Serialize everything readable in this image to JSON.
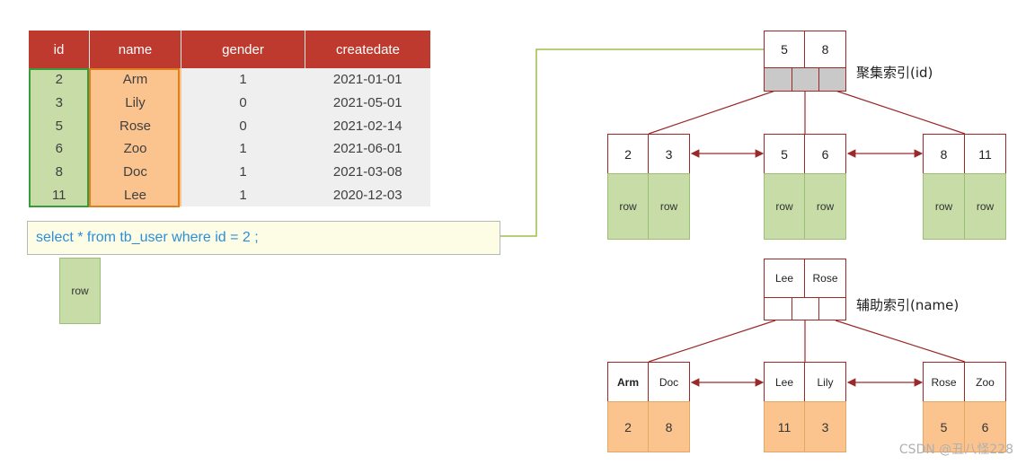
{
  "table": {
    "headers": [
      "id",
      "name",
      "gender",
      "createdate"
    ],
    "rows": [
      [
        "2",
        "Arm",
        "1",
        "2021-01-01"
      ],
      [
        "3",
        "Lily",
        "0",
        "2021-05-01"
      ],
      [
        "5",
        "Rose",
        "0",
        "2021-02-14"
      ],
      [
        "6",
        "Zoo",
        "1",
        "2021-06-01"
      ],
      [
        "8",
        "Doc",
        "1",
        "2021-03-08"
      ],
      [
        "11",
        "Lee",
        "1",
        "2020-12-03"
      ]
    ]
  },
  "sql": "select * from tb_user where id = 2 ;",
  "result_row": "row",
  "clustered_index": {
    "label": "聚集索引(id)",
    "root": [
      "5",
      "8"
    ],
    "leaves": [
      {
        "keys": [
          "2",
          "3"
        ],
        "rows": [
          "row",
          "row"
        ]
      },
      {
        "keys": [
          "5",
          "6"
        ],
        "rows": [
          "row",
          "row"
        ]
      },
      {
        "keys": [
          "8",
          "11"
        ],
        "rows": [
          "row",
          "row"
        ]
      }
    ]
  },
  "secondary_index": {
    "label": "辅助索引(name)",
    "root": [
      "Lee",
      "Rose"
    ],
    "leaves": [
      {
        "keys": [
          "Arm",
          "Doc"
        ],
        "ids": [
          "2",
          "8"
        ]
      },
      {
        "keys": [
          "Lee",
          "Lily"
        ],
        "ids": [
          "11",
          "3"
        ]
      },
      {
        "keys": [
          "Rose",
          "Zoo"
        ],
        "ids": [
          "5",
          "6"
        ]
      }
    ]
  },
  "watermark": "CSDN @丑八怪228"
}
